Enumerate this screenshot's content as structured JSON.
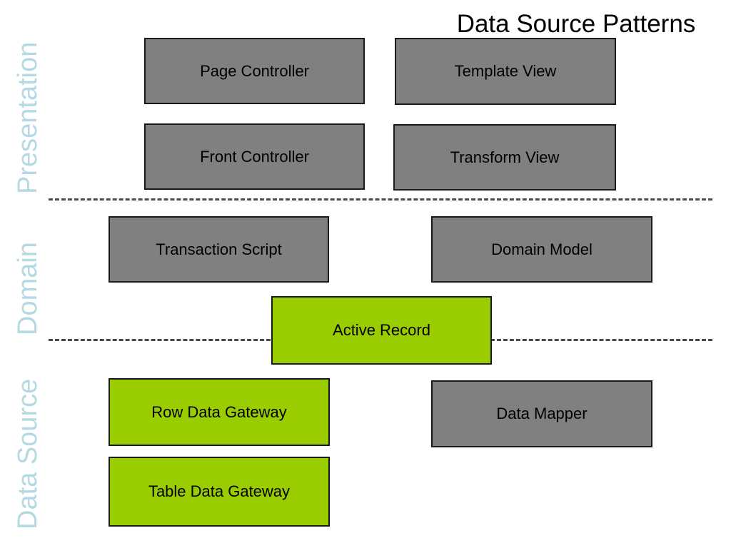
{
  "title": "Data Source Patterns",
  "colors": {
    "gray_box": "#808080",
    "green_box": "#9ACD00",
    "band_label": "#B4D9E2",
    "border": "#1a1a1a",
    "separator": "#4a4a4a",
    "background": "#ffffff",
    "text": "#000000"
  },
  "bands": [
    {
      "label": "Presentation"
    },
    {
      "label": "Domain"
    },
    {
      "label": "Data Source"
    }
  ],
  "separators": [
    {
      "name": "presentation-domain-divider"
    },
    {
      "name": "domain-datasource-divider"
    }
  ],
  "boxes": [
    {
      "label": "Page Controller",
      "color": "gray"
    },
    {
      "label": "Template View",
      "color": "gray"
    },
    {
      "label": "Front Controller",
      "color": "gray"
    },
    {
      "label": "Transform View",
      "color": "gray"
    },
    {
      "label": "Transaction Script",
      "color": "gray"
    },
    {
      "label": "Domain Model",
      "color": "gray"
    },
    {
      "label": "Active Record",
      "color": "green"
    },
    {
      "label": "Row Data Gateway",
      "color": "green"
    },
    {
      "label": "Data Mapper",
      "color": "gray"
    },
    {
      "label": "Table Data Gateway",
      "color": "green"
    }
  ]
}
